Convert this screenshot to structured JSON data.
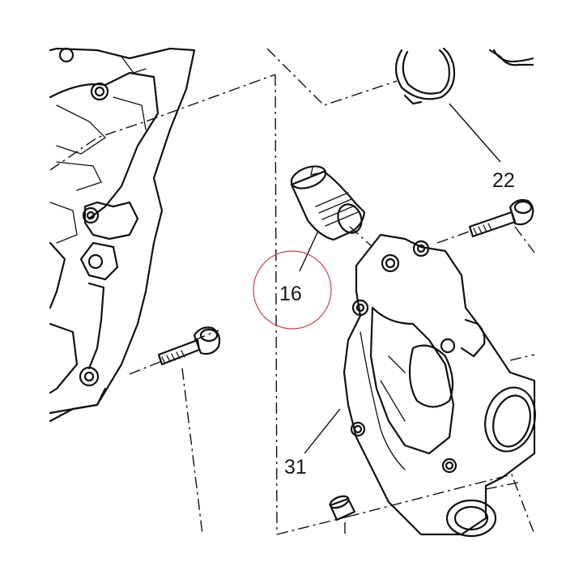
{
  "diagram": {
    "callouts": [
      {
        "id": "22",
        "label": "22"
      },
      {
        "id": "16",
        "label": "16"
      },
      {
        "id": "31",
        "label": "31"
      }
    ],
    "highlight_color": "#c8404c",
    "line_color": "#111111"
  }
}
